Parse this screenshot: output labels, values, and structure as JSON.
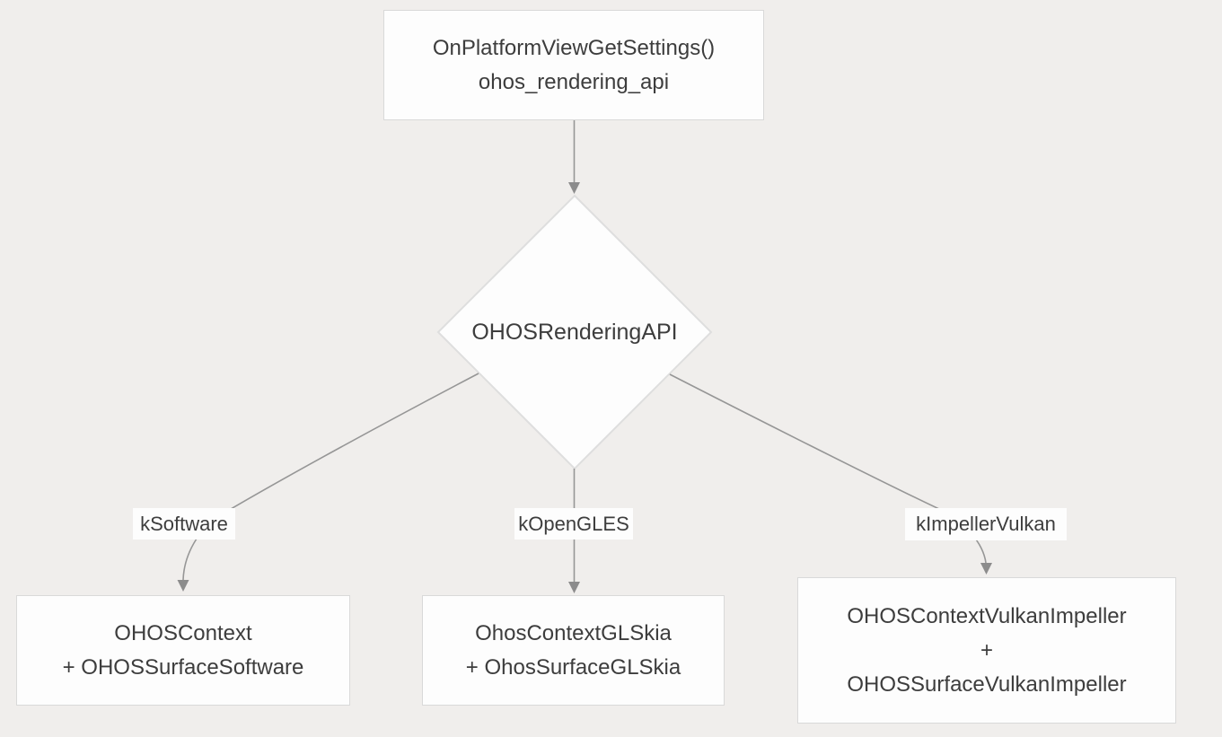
{
  "diagram": {
    "type": "flowchart",
    "colors": {
      "background": "#f0eeec",
      "node_fill": "#fdfdfd",
      "node_border": "#d9d9d9",
      "diamond_border": "#dedede",
      "edge_stroke": "#969696",
      "arrowhead_fill": "#8c8c8c",
      "text": "#3d3d3d"
    },
    "nodes": {
      "start": {
        "lines": [
          "OnPlatformViewGetSettings()",
          "ohos_rendering_api"
        ]
      },
      "decision": {
        "label": "OHOSRenderingAPI",
        "shape": "diamond"
      },
      "software": {
        "lines": [
          "OHOSContext",
          "+ OHOSSurfaceSoftware"
        ]
      },
      "opengles": {
        "lines": [
          "OhosContextGLSkia",
          "+ OhosSurfaceGLSkia"
        ]
      },
      "vulkan": {
        "lines": [
          "OHOSContextVulkanImpeller",
          "+",
          "OHOSSurfaceVulkanImpeller"
        ]
      }
    },
    "edges": {
      "start_to_decision": {
        "label": ""
      },
      "decision_to_software": {
        "label": "kSoftware"
      },
      "decision_to_opengles": {
        "label": "kOpenGLES"
      },
      "decision_to_vulkan": {
        "label": "kImpellerVulkan"
      }
    }
  }
}
